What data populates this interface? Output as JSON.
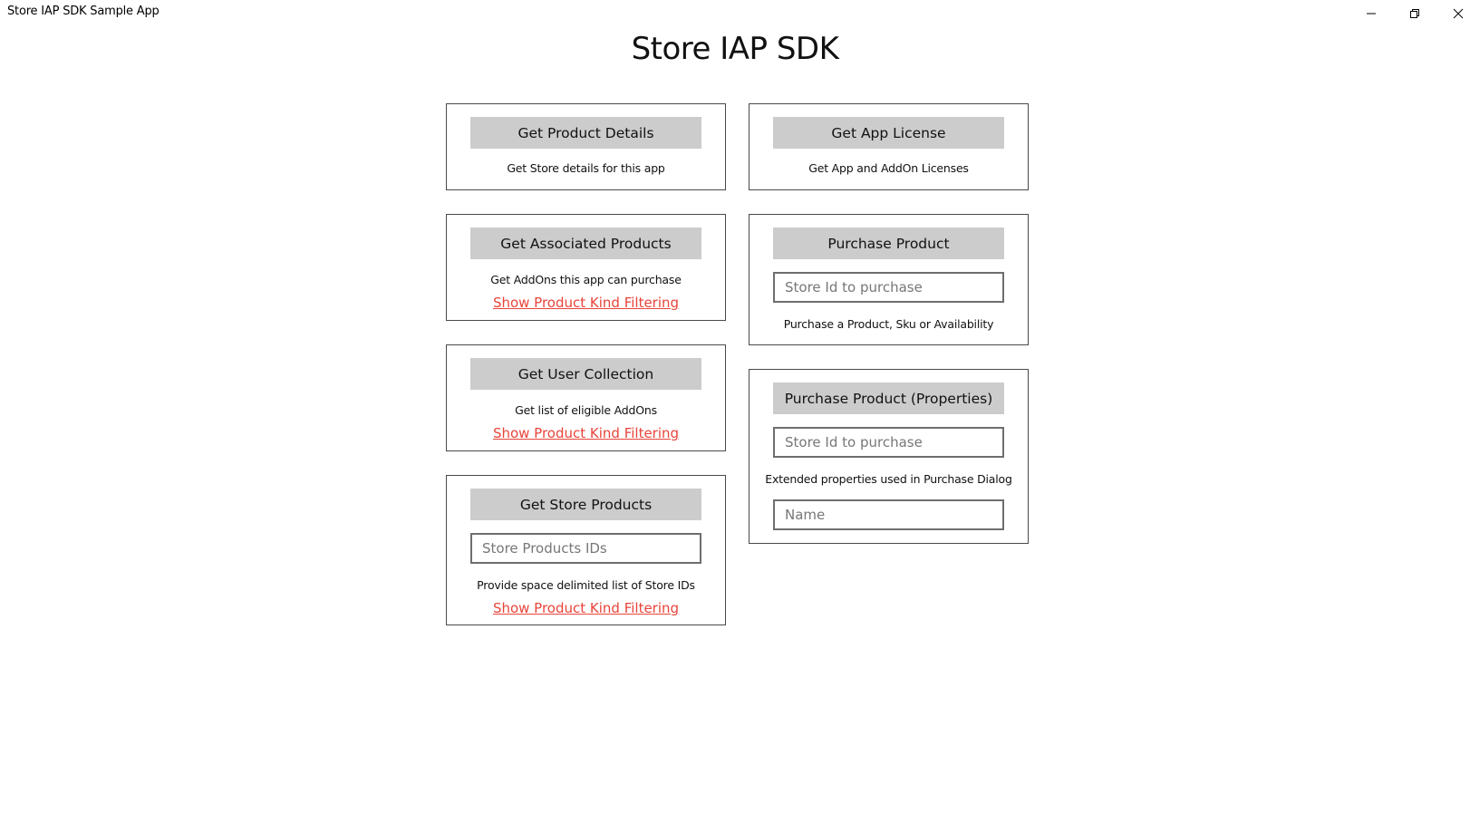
{
  "window": {
    "title": "Store IAP SDK Sample App"
  },
  "page": {
    "title": "Store IAP SDK"
  },
  "cards": {
    "product_details": {
      "button": "Get Product Details",
      "description": "Get Store details for this app"
    },
    "app_license": {
      "button": "Get App License",
      "description": "Get App and AddOn Licenses"
    },
    "associated_products": {
      "button": "Get Associated Products",
      "description": "Get AddOns this app can purchase",
      "link": "Show Product Kind Filtering"
    },
    "purchase_product": {
      "button": "Purchase Product",
      "input_placeholder": "Store Id to purchase",
      "input_value": "",
      "description": "Purchase a Product, Sku or Availability"
    },
    "user_collection": {
      "button": "Get User Collection",
      "description": "Get list of eligible AddOns",
      "link": "Show Product Kind Filtering"
    },
    "purchase_properties": {
      "button": "Purchase Product (Properties)",
      "input_placeholder": "Store Id to purchase",
      "input_value": "",
      "description": "Extended properties used in Purchase Dialog",
      "name_placeholder": "Name",
      "name_value": ""
    },
    "store_products": {
      "button": "Get Store Products",
      "input_placeholder": "Store Products IDs",
      "input_value": "",
      "description": "Provide space delimited list of Store IDs",
      "link": "Show Product Kind Filtering"
    }
  },
  "colors": {
    "button_bg": "#cccccc",
    "link": "#e8443a",
    "border": "#4a4a4a"
  },
  "icons": {
    "minimize": "minimize-icon",
    "maximize": "restore-icon",
    "close": "close-icon"
  }
}
